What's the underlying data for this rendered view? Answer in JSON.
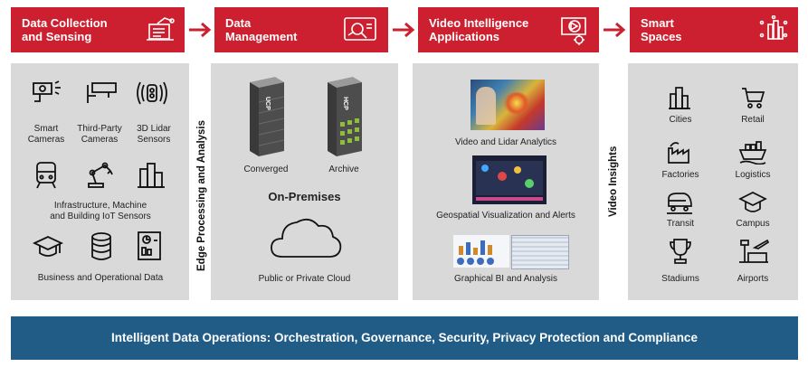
{
  "stages": [
    {
      "title_line1": "Data Collection",
      "title_line2": "and Sensing",
      "icon": "sensor-tablet-icon"
    },
    {
      "title_line1": "Data",
      "title_line2": "Management",
      "icon": "data-analytics-icon"
    },
    {
      "title_line1": "Video Intelligence",
      "title_line2": "Applications",
      "icon": "video-settings-icon"
    },
    {
      "title_line1": "Smart",
      "title_line2": "Spaces",
      "icon": "smart-building-icon"
    }
  ],
  "collection": {
    "smart_cameras_1": "Smart",
    "smart_cameras_2": "Cameras",
    "third_party_1": "Third-Party",
    "third_party_2": "Cameras",
    "lidar_1": "3D Lidar",
    "lidar_2": "Sensors",
    "iot_1": "Infrastructure, Machine",
    "iot_2": "and Building IoT Sensors",
    "business": "Business and Operational Data"
  },
  "edge_label": "Edge Processing and Analysis",
  "management": {
    "converged": "Converged",
    "archive": "Archive",
    "on_prem": "On-Premises",
    "cloud": "Public or Private Cloud",
    "server_badge_1": "UCP",
    "server_badge_2": "HCP"
  },
  "applications": {
    "video_lidar": "Video and Lidar Analytics",
    "geospatial": "Geospatial Visualization and Alerts",
    "graphical": "Graphical BI and Analysis"
  },
  "insights_label": "Video Insights",
  "spaces": [
    {
      "label": "Cities",
      "icon": "city-icon"
    },
    {
      "label": "Retail",
      "icon": "cart-icon"
    },
    {
      "label": "Factories",
      "icon": "factory-icon"
    },
    {
      "label": "Logistics",
      "icon": "ship-icon"
    },
    {
      "label": "Transit",
      "icon": "train-icon"
    },
    {
      "label": "Campus",
      "icon": "graduation-cap-icon"
    },
    {
      "label": "Stadiums",
      "icon": "trophy-icon"
    },
    {
      "label": "Airports",
      "icon": "airport-icon"
    }
  ],
  "footer": "Intelligent Data Operations: Orchestration, Governance, Security, Privacy Protection and Compliance",
  "colors": {
    "accent": "#cc1f2f",
    "panel": "#d9d9d9",
    "footer": "#205c86"
  }
}
